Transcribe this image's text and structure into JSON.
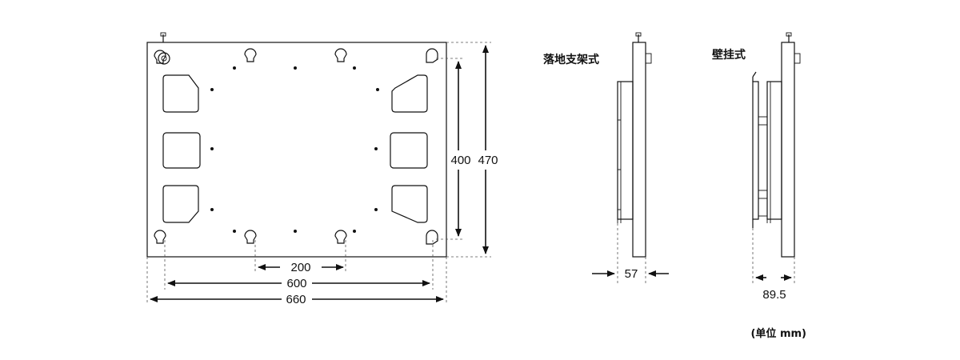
{
  "front_view": {
    "dimensions": {
      "hole_spacing_small": "200",
      "hole_spacing_wide": "600",
      "overall_width": "660",
      "hole_spacing_vertical": "400",
      "overall_height": "470"
    }
  },
  "side_views": {
    "floor_stand": {
      "title": "落地支架式",
      "depth": "57"
    },
    "wall_mount": {
      "title": "壁挂式",
      "depth": "89.5"
    }
  },
  "unit_note": "(单位 mm)"
}
